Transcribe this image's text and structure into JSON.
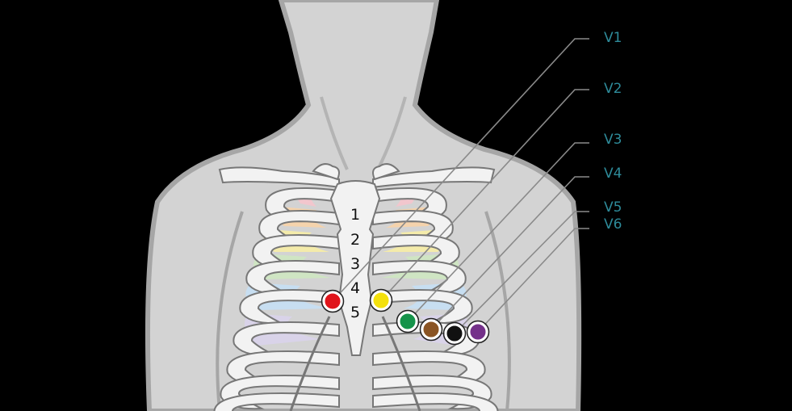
{
  "diagram": {
    "background": "#000000",
    "colors": {
      "skin": "#d3d3d3",
      "skin_outline": "#999999",
      "bone": "#f2f2f2",
      "bone_outline": "#777777",
      "leader_line": "#8a8a8a",
      "label": "#2e8b9a"
    },
    "intercostal_spaces": [
      {
        "number": "1",
        "color": "#f3c5cc"
      },
      {
        "number": "2",
        "color": "#f7d3aa"
      },
      {
        "number": "3",
        "color": "#f6eca8"
      },
      {
        "number": "4",
        "color": "#cfe6c2"
      },
      {
        "number": "5",
        "color": "#c6def2"
      },
      {
        "number": "",
        "color": "#d9d3ea"
      }
    ],
    "electrodes": [
      {
        "label": "V1",
        "color": "#e0141b"
      },
      {
        "label": "V2",
        "color": "#f4e10c"
      },
      {
        "label": "V3",
        "color": "#15934a"
      },
      {
        "label": "V4",
        "color": "#8a5424"
      },
      {
        "label": "V5",
        "color": "#111111"
      },
      {
        "label": "V6",
        "color": "#74318a"
      }
    ]
  }
}
